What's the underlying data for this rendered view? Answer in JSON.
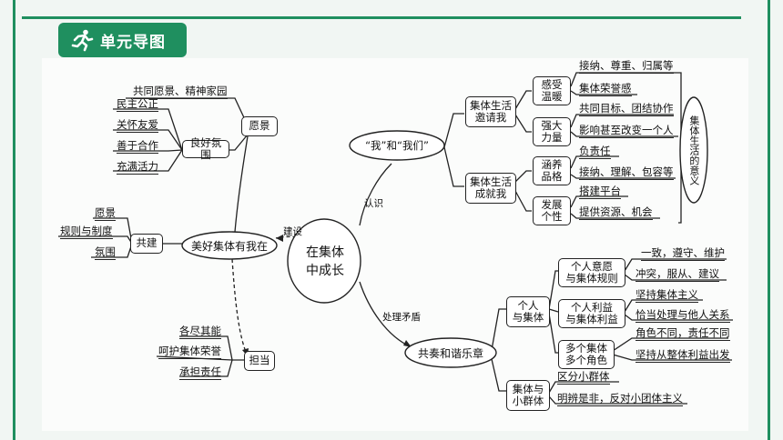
{
  "header": {
    "title": "单元导图",
    "icon": "runner-icon",
    "accent": "#1f8f5f"
  },
  "center": {
    "line1": "在集体",
    "line2": "中成长"
  },
  "edges": {
    "build": "建设",
    "know": "认识",
    "handle": "处理矛盾"
  },
  "left": {
    "main": "美好集体有我在",
    "wish": {
      "label": "愿景",
      "items": [
        "共同愿景、精神家园"
      ]
    },
    "atmos": {
      "label": "良好氛围",
      "items": [
        "民主公正",
        "关怀友爱",
        "善于合作",
        "充满活力"
      ]
    },
    "cobuild": {
      "label": "共建",
      "items": [
        "愿景",
        "规则与制度",
        "氛围"
      ]
    },
    "duty": {
      "label": "担当",
      "items": [
        "各尽其能",
        "呵护集体荣誉",
        "承担责任"
      ]
    }
  },
  "top": {
    "main": "“我”和“我们”",
    "warm": {
      "label_l1": "集体生活",
      "label_l2": "邀请我",
      "sub1": {
        "l1": "感受",
        "l2": "温暖",
        "items": [
          "接纳、尊重、归属等",
          "集体荣誉感"
        ]
      },
      "sub2": {
        "l1": "强大",
        "l2": "力量",
        "items": [
          "共同目标、团结协作",
          "影响甚至改变一个人"
        ]
      }
    },
    "grow": {
      "label_l1": "集体生活",
      "label_l2": "成就我",
      "sub1": {
        "l1": "涵养",
        "l2": "品格",
        "items": [
          "负责任",
          "接纳、理解、包容等"
        ]
      },
      "sub2": {
        "l1": "发展",
        "l2": "个性",
        "items": [
          "搭建平台",
          "提供资源、机会"
        ]
      }
    },
    "meaning": "集体生活的意义"
  },
  "bottom": {
    "main": "共奏和谐乐章",
    "person": {
      "label_l1": "个人",
      "label_l2": "与集体",
      "sub1": {
        "l1": "个人意愿",
        "l2": "与集体规则",
        "items": [
          "一致，遵守、维护",
          "冲突，服从、建议"
        ]
      },
      "sub2": {
        "l1": "个人利益",
        "l2": "与集体利益",
        "items": [
          "坚持集体主义",
          "恰当处理与他人关系"
        ]
      },
      "sub3": {
        "l1": "多个集体",
        "l2": "多个角色",
        "items": [
          "角色不同，责任不同",
          "坚持从整体利益出发"
        ]
      }
    },
    "group": {
      "label_l1": "集体与",
      "label_l2": "小群体",
      "items": [
        "区分小群体",
        "明辨是非，反对小团体主义"
      ]
    }
  }
}
